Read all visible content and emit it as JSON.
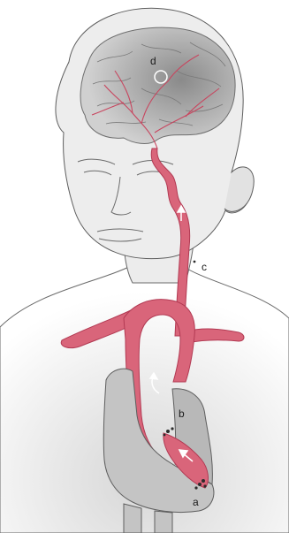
{
  "labels": {
    "a": "a",
    "b": "b",
    "c": "c",
    "d": "d"
  },
  "colors": {
    "artery": "#d9657a",
    "artery_dark": "#b23a53",
    "skin": "#ececec",
    "skin_shadow": "#d4d4d4",
    "brain": "#bdbdbd",
    "brain_dark": "#8f8f8f",
    "heart": "#c4c4c4",
    "outline": "#555555",
    "background_fade": "#e6e6e6"
  },
  "icons": [
    "flow-arrow-icon",
    "target-circle-icon",
    "plaque-icon"
  ]
}
